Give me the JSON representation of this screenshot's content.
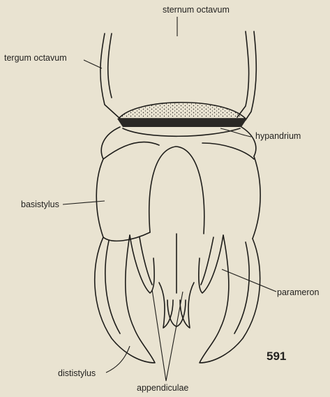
{
  "labels": {
    "sternum": "sternum octavum",
    "tergum": "tergum octavum",
    "hypandrium": "hypandrium",
    "basistylus": "basistylus",
    "parameron": "parameron",
    "dististylus": "dististylus",
    "appendiculae": "appendiculae"
  },
  "figure_number": "591",
  "colors": {
    "background": "#e9e3d1",
    "ink": "#1e1d1a",
    "stipple_fill": "#d8d1bd",
    "dark_band": "#2a2825"
  }
}
